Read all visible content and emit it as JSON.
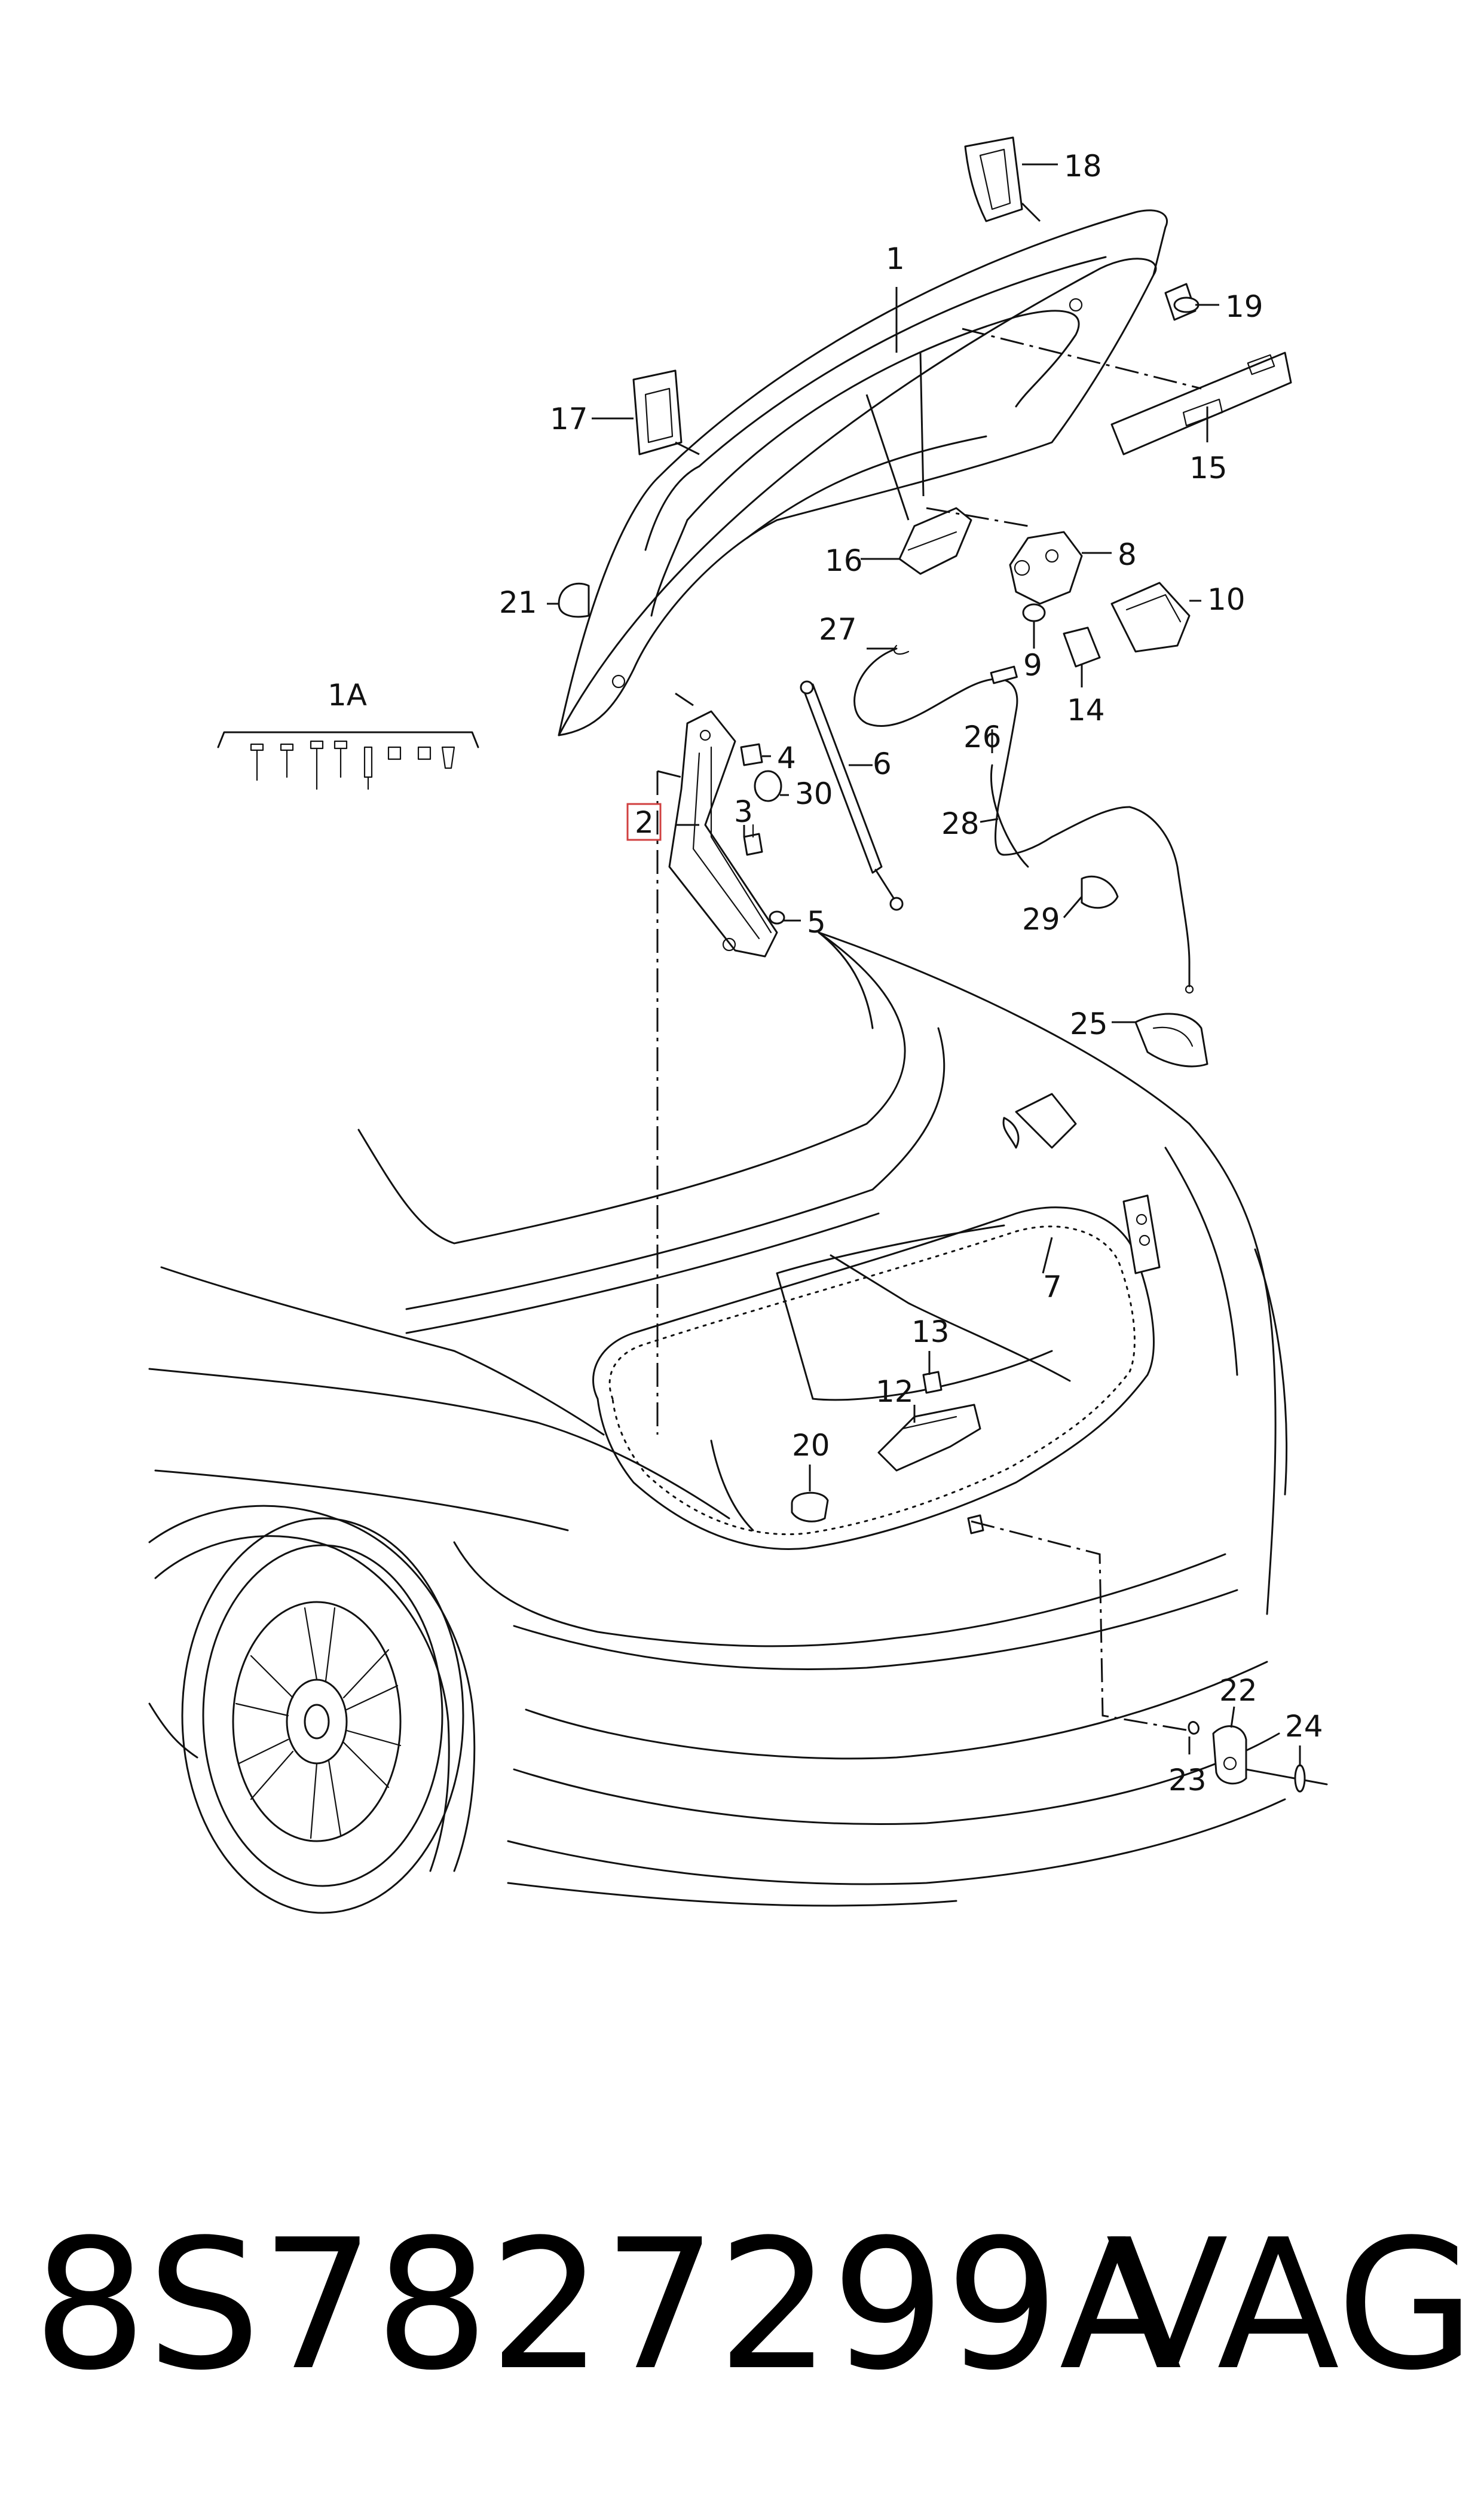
{
  "part_number": "8S7827299A",
  "brand": "VAG",
  "highlighted_callout": "2",
  "callouts": {
    "c1": "1",
    "c1A": "1A",
    "c2": "2",
    "c3": "3",
    "c4": "4",
    "c5": "5",
    "c6": "6",
    "c7": "7",
    "c8": "8",
    "c9": "9",
    "c10": "10",
    "c12": "12",
    "c13": "13",
    "c14": "14",
    "c15": "15",
    "c16": "16",
    "c17": "17",
    "c18": "18",
    "c19": "19",
    "c20": "20",
    "c21": "21",
    "c22": "22",
    "c23": "23",
    "c24": "24",
    "c25": "25",
    "c26": "26",
    "c27": "27",
    "c28": "28",
    "c29": "29",
    "c30": "30"
  },
  "colors": {
    "line": "#111111",
    "highlight": "#d04040",
    "background": "#ffffff"
  }
}
